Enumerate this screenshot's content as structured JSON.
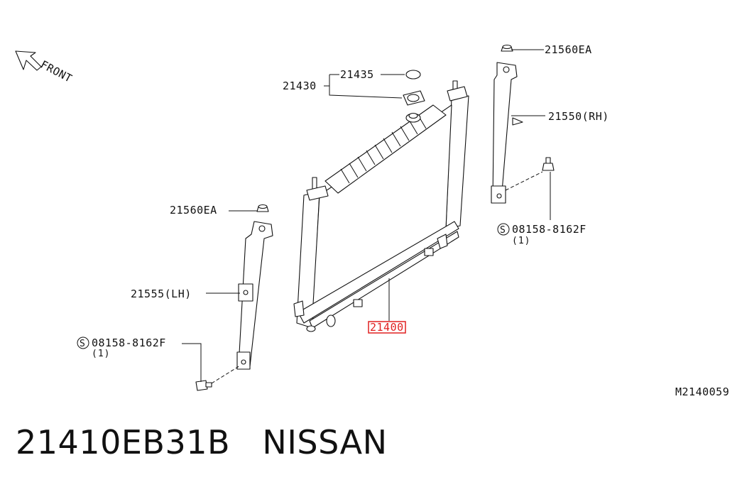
{
  "direction_label": "FRONT",
  "callouts": {
    "cap_gasket": "21435",
    "cap_assembly": "21430",
    "mount_rubber_rh": "21560EA",
    "mount_rubber_lh": "21560EA",
    "bracket_rh": "21550(RH)",
    "bracket_lh": "21555(LH)",
    "bolt_rh": "08158-8162F",
    "bolt_rh_qty": "(1)",
    "bolt_lh": "08158-8162F",
    "bolt_lh_qty": "(1)",
    "radiator": "21400",
    "bolt_symbol": "S"
  },
  "diagram_code": "M2140059",
  "caption": "21410EB31B   NISSAN",
  "colors": {
    "highlight": "#e02020",
    "ink": "#111111"
  }
}
